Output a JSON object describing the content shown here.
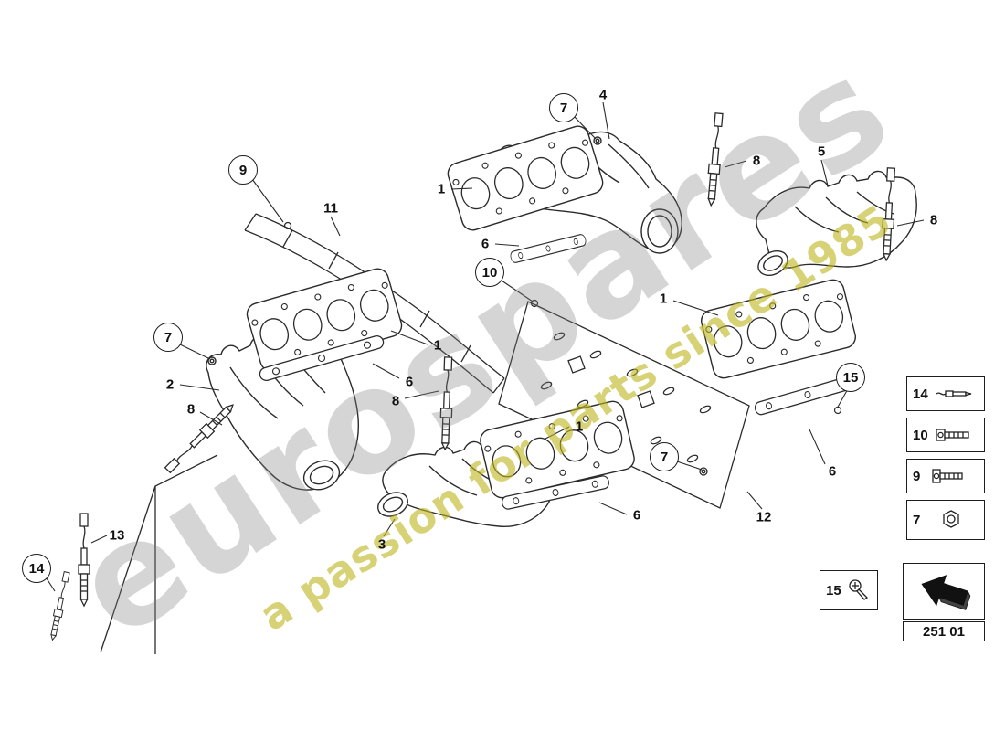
{
  "watermark": {
    "brand": "eurospares",
    "tagline": "a passion for parts since 1985"
  },
  "callouts": [
    {
      "label": "7",
      "circled": true
    },
    {
      "label": "4",
      "circled": false
    },
    {
      "label": "8",
      "circled": false
    },
    {
      "label": "5",
      "circled": false
    },
    {
      "label": "8",
      "circled": false
    },
    {
      "label": "1",
      "circled": false
    },
    {
      "label": "9",
      "circled": true
    },
    {
      "label": "11",
      "circled": false
    },
    {
      "label": "6",
      "circled": false
    },
    {
      "label": "10",
      "circled": true
    },
    {
      "label": "1",
      "circled": false
    },
    {
      "label": "7",
      "circled": true
    },
    {
      "label": "1",
      "circled": false
    },
    {
      "label": "2",
      "circled": false
    },
    {
      "label": "6",
      "circled": false
    },
    {
      "label": "8",
      "circled": false
    },
    {
      "label": "15",
      "circled": true
    },
    {
      "label": "8",
      "circled": false
    },
    {
      "label": "1",
      "circled": false
    },
    {
      "label": "7",
      "circled": true
    },
    {
      "label": "6",
      "circled": false
    },
    {
      "label": "12",
      "circled": false
    },
    {
      "label": "6",
      "circled": false
    },
    {
      "label": "3",
      "circled": false
    },
    {
      "label": "13",
      "circled": false
    },
    {
      "label": "14",
      "circled": true
    }
  ],
  "legend": {
    "rows": [
      {
        "label": "14",
        "icon": "oxygen-sensor-icon"
      },
      {
        "label": "10",
        "icon": "socket-bolt-icon"
      },
      {
        "label": "9",
        "icon": "hex-bolt-icon"
      },
      {
        "label": "7",
        "icon": "cap-nut-icon"
      }
    ],
    "screw_box": {
      "label": "15",
      "icon": "pan-screw-icon"
    },
    "nav": {
      "icon": "back-arrow-icon",
      "code": "251 01"
    }
  }
}
